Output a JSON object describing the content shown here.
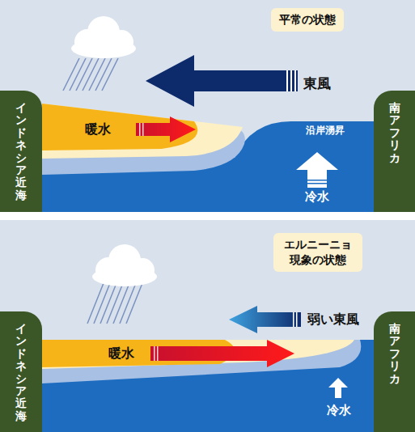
{
  "diagram": {
    "nodes": [
      {
        "text": [
          "平常の状態"
        ]
      },
      {
        "text": [
          "インドネシア近海"
        ]
      },
      {
        "text": [
          "南アフリカ"
        ]
      },
      {
        "text": [
          "エルニーニョ 現象の状態"
        ]
      },
      {
        "text": [
          "インドネシア近海"
        ]
      },
      {
        "text": [
          "南アフリカ"
        ]
      }
    ],
    "labels": [
      "東風",
      "暖水",
      "沿岸湧昇",
      "冷水",
      "弱い東風",
      "暖水",
      "冷水"
    ]
  }
}
